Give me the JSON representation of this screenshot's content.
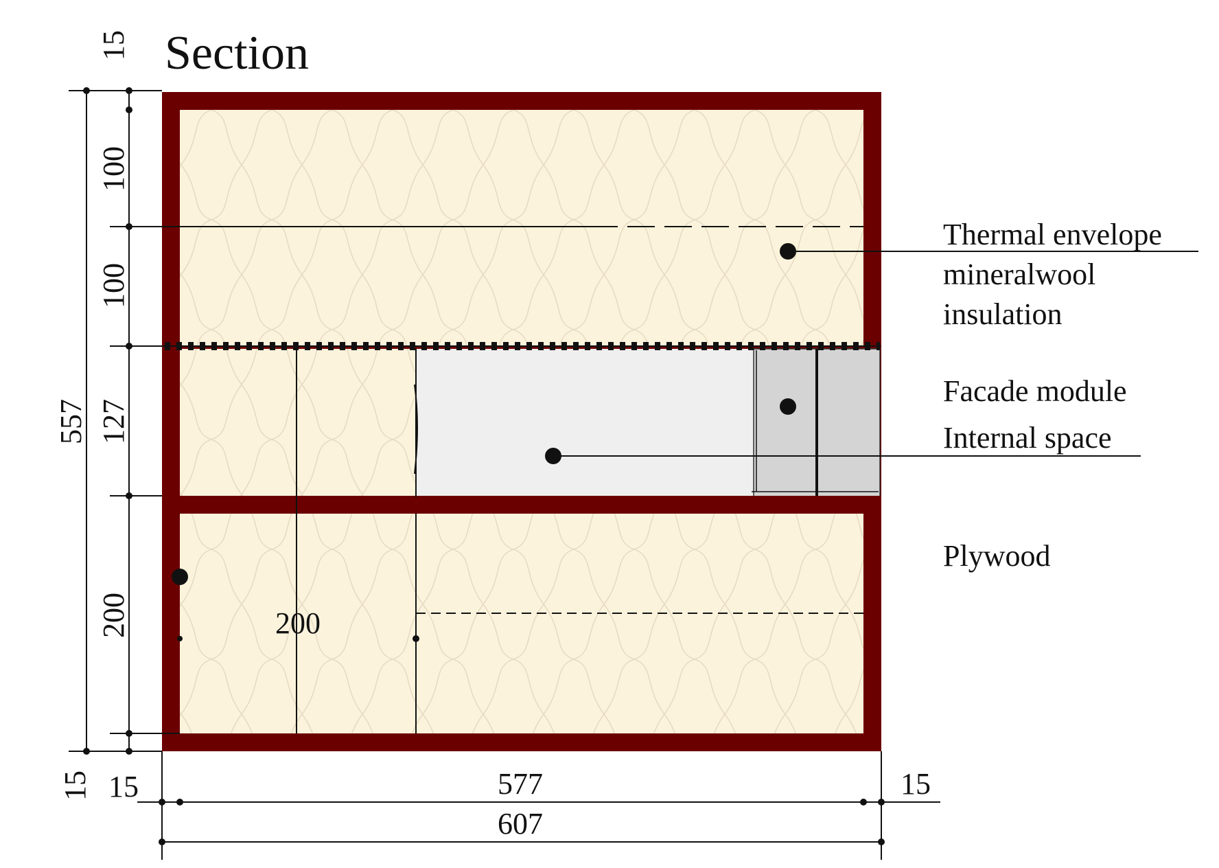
{
  "title": "Section",
  "dimensions": {
    "top_offset": "15",
    "layer_top_a": "100",
    "layer_top_b": "100",
    "overall_height": "557",
    "middle": "127",
    "bottom": "200",
    "bottom_offset": "15",
    "left_offset": "15",
    "inner_width": "577",
    "right_offset": "15",
    "overall_width": "607",
    "inner_bottom_label": "200"
  },
  "labels": {
    "thermal_line1": "Thermal envelope",
    "thermal_line2": "mineralwool",
    "thermal_line3": "insulation",
    "facade": "Facade module",
    "internal": "Internal space",
    "plywood": "Plywood"
  },
  "colors": {
    "plywood": "#6b0000",
    "insulation": "#fcf3dc",
    "internal_space": "#efefef",
    "facade_module": "#d4d4d4"
  }
}
